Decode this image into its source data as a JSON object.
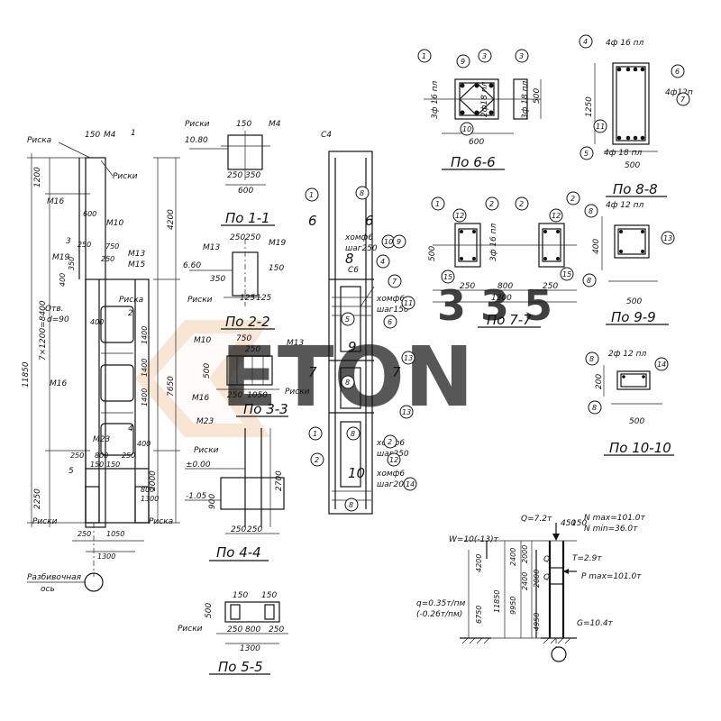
{
  "watermark": {
    "brand": "ETON",
    "number": "3 3 5",
    "color": "#f2c7a4",
    "gray": "#d9d9d9"
  },
  "column": {
    "dims_left": [
      "1200",
      "11850",
      "7×1200=8400",
      "2250"
    ],
    "dims_right": [
      "4200",
      "7650",
      "2000",
      "2700"
    ],
    "top_labels": [
      "Риска",
      "Риски",
      "М4",
      "150",
      "1"
    ],
    "embedded": [
      "М16",
      "М10",
      "М19",
      "М16",
      "М23",
      "М13",
      "М15"
    ],
    "dims_mid": [
      "600",
      "250",
      "750",
      "250",
      "400",
      "350",
      "1400",
      "1400",
      "1400",
      "400",
      "250",
      "800",
      "250",
      "150",
      "150",
      "250",
      "1050",
      "1300",
      "400",
      "800",
      "1300"
    ],
    "misc": [
      "Риска",
      "Отв.",
      "d=90",
      "Риски",
      "Риска",
      "2",
      "3",
      "4",
      "5",
      "Разбивочная",
      "ось"
    ]
  },
  "sections": {
    "s11": {
      "title": "По 1-1",
      "labels": [
        "Риски",
        "150",
        "М4",
        "10.80",
        "600",
        "250",
        "350"
      ]
    },
    "s22": {
      "title": "По 2-2",
      "labels": [
        "М13",
        "250",
        "250",
        "М19",
        "6.60",
        "350",
        "150",
        "Риски",
        "125",
        "125"
      ]
    },
    "s33": {
      "title": "По 3-3",
      "labels": [
        "М10",
        "750",
        "250",
        "М13",
        "500",
        "М16",
        "250",
        "1050",
        "Риски"
      ]
    },
    "s44": {
      "title": "По 4-4",
      "labels": [
        "М23",
        "Риски",
        "±0.00",
        "-1.05",
        "900",
        "250",
        "250",
        "2700"
      ]
    },
    "s55": {
      "title": "По 5-5",
      "labels": [
        "150",
        "150",
        "Риски",
        "500",
        "250",
        "800",
        "250",
        "1300"
      ]
    },
    "s66": {
      "title": "По 6-6",
      "labels": [
        "3ф 16 пл",
        "2ф18 пл",
        "3ф 18 пл",
        "600",
        "500"
      ]
    },
    "s77": {
      "title": "По 7-7",
      "labels": [
        "3ф 16 пл",
        "250",
        "800",
        "250",
        "1300",
        "500"
      ]
    },
    "s88": {
      "title": "По 8-8",
      "labels": [
        "4ф 16 пл",
        "4ф 18 пл",
        "4ф12п",
        "1250",
        "500"
      ]
    },
    "s99": {
      "title": "По 9-9",
      "labels": [
        "4ф 12 пл",
        "400",
        "500"
      ]
    },
    "s1010": {
      "title": "По 10-10",
      "labels": [
        "2ф 12 пл",
        "200",
        "500"
      ]
    }
  },
  "cage": {
    "labels": [
      "С4",
      "хомф6",
      "шаг250",
      "хомф6",
      "шаг150",
      "хомф6",
      "шаг250",
      "хомф6",
      "шаг200"
    ],
    "marks": [
      "6",
      "6",
      "7",
      "7",
      "8",
      "9",
      "10",
      "С6"
    ]
  },
  "load_scheme": {
    "labels": [
      "Q=7.2т",
      "450",
      "150",
      "N max=101.0т",
      "N min=36.0т",
      "W=10(-13)т",
      "Т=2.9т",
      "P max=101.0т",
      "q=0.35т/пм",
      "(-0.26т/пм)",
      "G=10.4т"
    ],
    "dims": [
      "4200",
      "6750",
      "11850",
      "9950",
      "2400",
      "2000",
      "2400",
      "2000",
      "4950"
    ]
  }
}
